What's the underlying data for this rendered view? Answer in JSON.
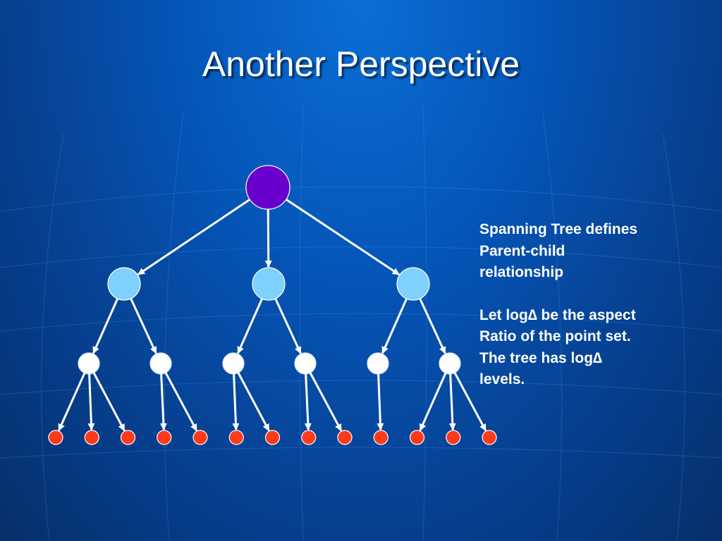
{
  "slide": {
    "title": "Another Perspective"
  },
  "colors": {
    "root": "#6a00cc",
    "level1": "#7fd0ff",
    "level2": "#ffffff",
    "leaf": "#ff3a1a",
    "edge": "#ffffff"
  },
  "side_text": {
    "para1": [
      "Spanning Tree defines",
      "Parent-child",
      "relationship"
    ],
    "para2": [
      "Let log∆ be the aspect",
      "Ratio of the point set.",
      "The tree has log∆",
      "levels."
    ]
  },
  "tree": {
    "root": {
      "children": [
        {
          "children": [
            {
              "leaves": 3
            },
            {
              "leaves": 2
            }
          ]
        },
        {
          "children": [
            {
              "leaves": 2
            },
            {
              "leaves": 2
            }
          ]
        },
        {
          "children": [
            {
              "leaves": 1
            },
            {
              "leaves": 3
            }
          ]
        }
      ]
    }
  }
}
